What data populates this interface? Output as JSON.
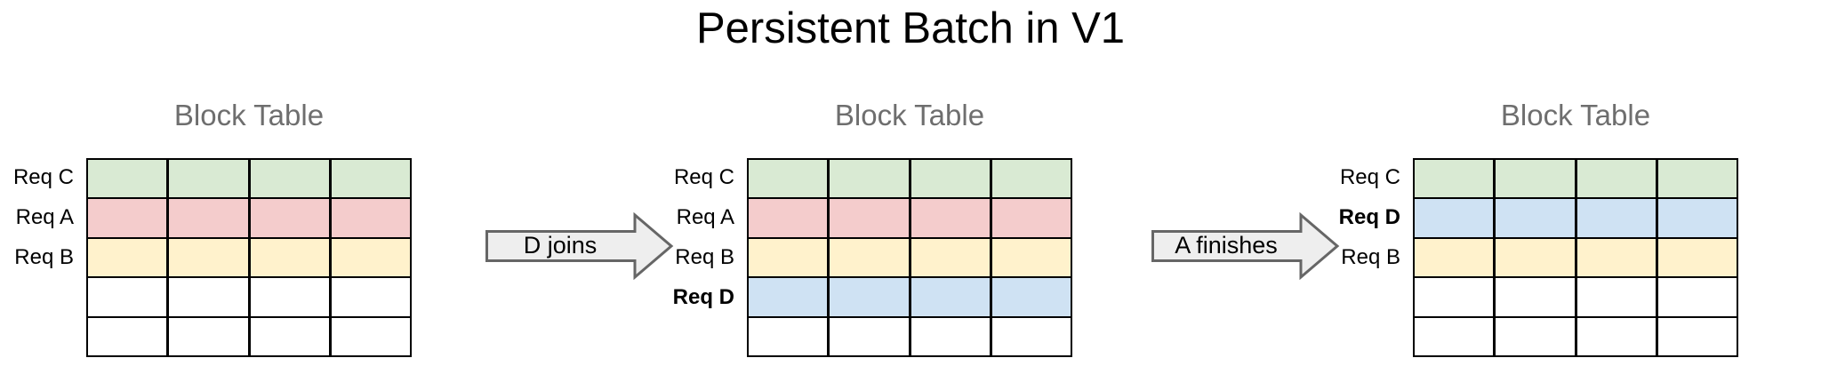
{
  "title": "Persistent Batch in V1",
  "colors": {
    "green": "#d9ead3",
    "red": "#f4cccc",
    "yellow": "#fff2cc",
    "blue": "#cfe2f3",
    "empty": "#ffffff",
    "grid_border": "#000000",
    "arrow_fill": "#eeeeee",
    "arrow_border": "#666666",
    "table_title": "#6e6e6e"
  },
  "panels": [
    {
      "title": "Block Table",
      "columns": 4,
      "rows": [
        {
          "label": "Req C",
          "bold": false,
          "color": "green"
        },
        {
          "label": "Req A",
          "bold": false,
          "color": "red"
        },
        {
          "label": "Req B",
          "bold": false,
          "color": "yellow"
        },
        {
          "label": "",
          "bold": false,
          "color": "empty"
        },
        {
          "label": "",
          "bold": false,
          "color": "empty"
        }
      ]
    },
    {
      "title": "Block Table",
      "columns": 4,
      "rows": [
        {
          "label": "Req C",
          "bold": false,
          "color": "green"
        },
        {
          "label": "Req A",
          "bold": false,
          "color": "red"
        },
        {
          "label": "Req B",
          "bold": false,
          "color": "yellow"
        },
        {
          "label": "Req D",
          "bold": true,
          "color": "blue"
        },
        {
          "label": "",
          "bold": false,
          "color": "empty"
        }
      ]
    },
    {
      "title": "Block Table",
      "columns": 4,
      "rows": [
        {
          "label": "Req C",
          "bold": false,
          "color": "green"
        },
        {
          "label": "Req D",
          "bold": true,
          "color": "blue"
        },
        {
          "label": "Req B",
          "bold": false,
          "color": "yellow"
        },
        {
          "label": "",
          "bold": false,
          "color": "empty"
        },
        {
          "label": "",
          "bold": false,
          "color": "empty"
        }
      ]
    }
  ],
  "arrows": [
    {
      "label": "D joins"
    },
    {
      "label": "A finishes"
    }
  ]
}
